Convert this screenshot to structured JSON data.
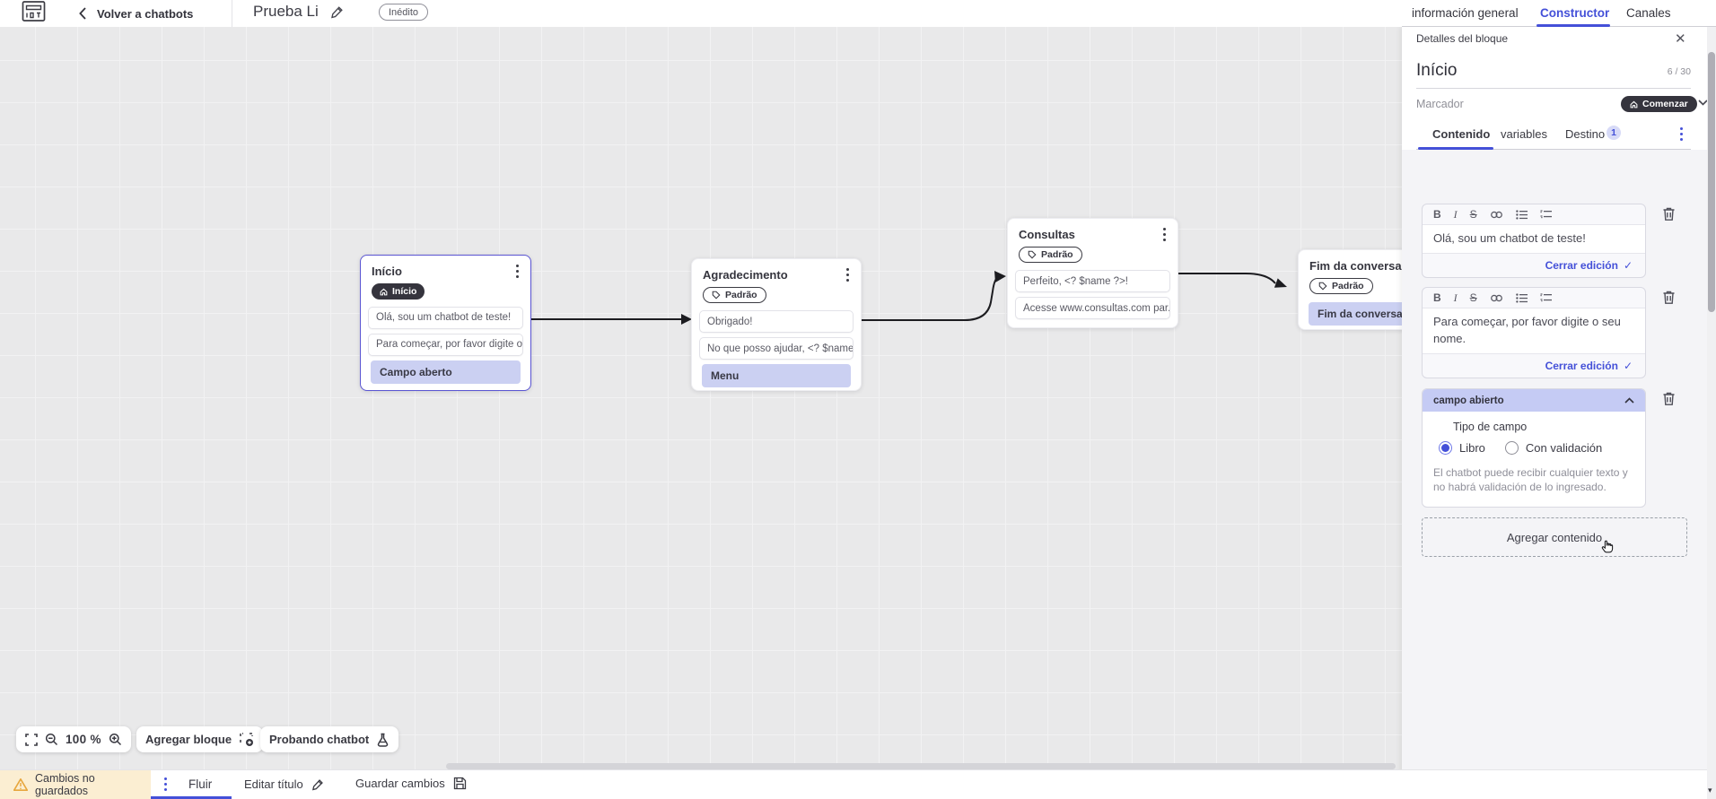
{
  "topbar": {
    "back_label": "Volver a chatbots",
    "title": "Prueba Li",
    "status_badge": "Inédito",
    "tabs": {
      "general": "información general",
      "constructor": "Constructor",
      "channels": "Canales"
    }
  },
  "panel": {
    "header": "Detalles del bloque",
    "block_name": "Início",
    "counter": "6 / 30",
    "marker_label": "Marcador",
    "marker_value": "Comenzar",
    "tabs": {
      "content": "Contenido",
      "variables": "variables",
      "destination": "Destino",
      "destination_count": "1"
    },
    "editors": [
      {
        "text": "Olá, sou um chatbot de teste!",
        "close_label": "Cerrar edición"
      },
      {
        "text": "Para começar, por favor digite o seu nome.",
        "close_label": "Cerrar edición"
      }
    ],
    "open_field": {
      "title": "campo abierto",
      "type_label": "Tipo de campo",
      "option_free": "Libro",
      "option_validated": "Con validación",
      "help_text": "El chatbot puede recibir cualquier texto y no habrá validación de lo ingresado."
    },
    "add_content_label": "Agregar contenido"
  },
  "canvas": {
    "blocks": [
      {
        "title": "Início",
        "badge": "Início",
        "items": [
          "Olá, sou um chatbot de teste!",
          "Para começar, por favor digite o ..."
        ],
        "highlight": "Campo aberto"
      },
      {
        "title": "Agradecimento",
        "badge": "Padrão",
        "items": [
          "Obrigado!",
          "No que posso ajudar, <? $name ..."
        ],
        "highlight": "Menu"
      },
      {
        "title": "Consultas",
        "badge": "Padrão",
        "items": [
          "Perfeito, <? $name ?>!",
          "Acesse www.consultas.com par..."
        ],
        "highlight": ""
      },
      {
        "title": "Fim da conversa",
        "badge": "Padrão",
        "items": [],
        "highlight": "Fim da conversa"
      }
    ],
    "zoom_level": "100 %",
    "add_block_label": "Agregar bloque",
    "test_chatbot_label": "Probando chatbot"
  },
  "statusbar": {
    "unsaved_label": "Cambios no guardados",
    "flow_tab": "Fluir",
    "edit_title_label": "Editar título",
    "save_label": "Guardar cambios"
  },
  "colors": {
    "accent": "#4450d8",
    "dark_badge": "#35343d",
    "highlight": "#cbd0f2",
    "warning_bg": "#fbeed2",
    "warning_icon": "#e7a63d"
  }
}
